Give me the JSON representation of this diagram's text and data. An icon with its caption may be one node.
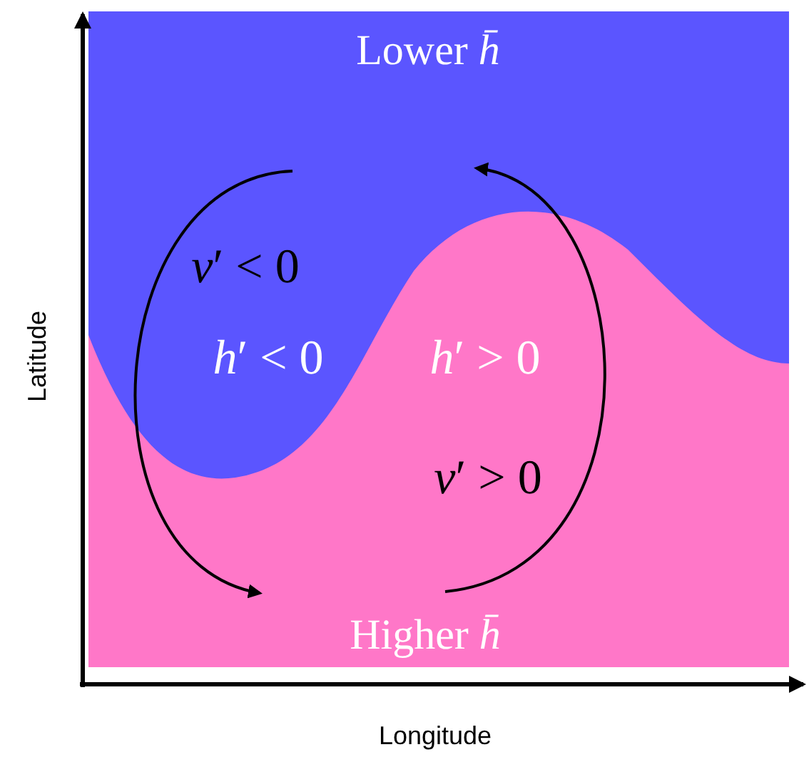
{
  "diagram": {
    "labels": [
      "Lower *h̄*",
      "*v*′ < 0",
      "*h*′ < 0",
      "*h*′ > 0",
      "*v*′ > 0",
      "Higher *h̄*",
      "Latitude",
      "Longitude"
    ]
  }
}
